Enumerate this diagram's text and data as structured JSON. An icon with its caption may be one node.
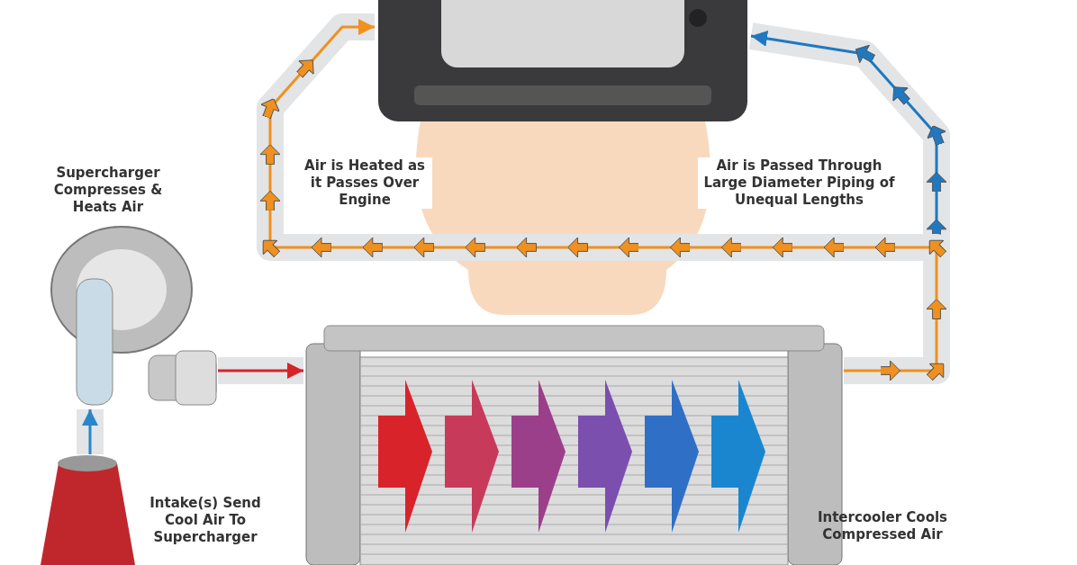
{
  "diagram": {
    "nodes": [
      {
        "text": [],
        "shape": "picture"
      },
      {
        "text": [],
        "shape": "picture",
        "beside": [
          "Supercharger Compresses & Heats Air"
        ]
      },
      {
        "text": [],
        "shape": "picture",
        "beside": [
          "Intercooler Cools Compressed Air"
        ]
      },
      {
        "text": [],
        "shape": "picture",
        "beside": [
          "Intake(s) Send Cool Air To Supercharger"
        ]
      }
    ],
    "edges": [
      {
        "from": 3,
        "to": 1,
        "arrow": "to",
        "color": "#2a86c8"
      },
      {
        "from": 1,
        "to": 2,
        "arrow": "to",
        "color": "#d8232a"
      },
      {
        "from": 2,
        "to": 0,
        "arrow": "to",
        "label": "Air is Passed Through Large Diameter Piping of Unequal Lengths",
        "color": "#1f78c0"
      },
      {
        "from": 2,
        "to": 0,
        "arrow": "to",
        "label": "Air is Heated as it Passes Over Engine",
        "color": "#f0901e"
      }
    ]
  }
}
